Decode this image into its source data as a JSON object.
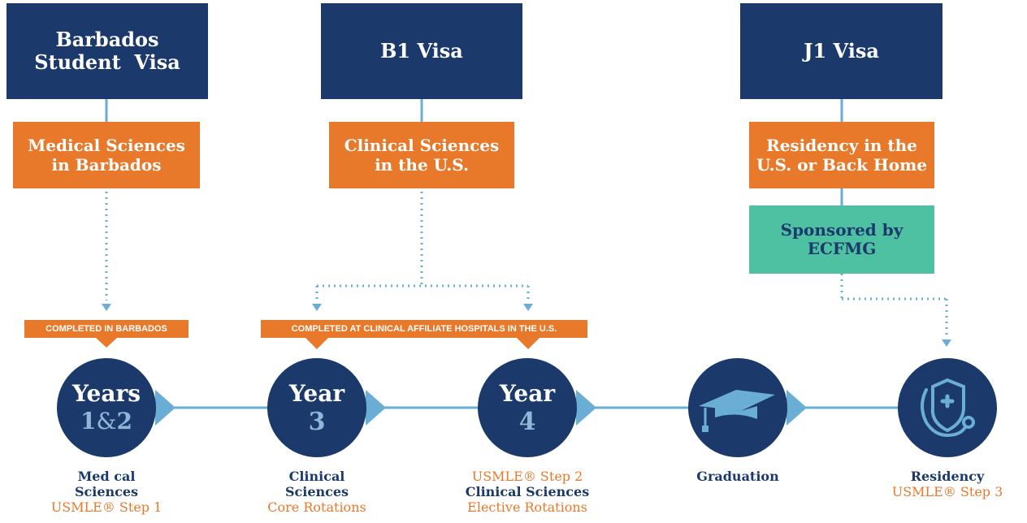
{
  "visas": [
    {
      "label_line1": "Barbados",
      "label_line2": "Student  Visa"
    },
    {
      "label": "B1 Visa"
    },
    {
      "label": "J1 Visa"
    }
  ],
  "stages": [
    {
      "line1": "Medical Sciences",
      "line2": "in Barbados"
    },
    {
      "line1": "Clinical Sciences",
      "line2": "in the U.S."
    },
    {
      "line1": "Residency in the",
      "line2": "U.S. or Back Home"
    }
  ],
  "sponsor": {
    "line1": "Sponsored by",
    "line2": "ECFMG"
  },
  "pills": [
    {
      "label": "COMPLETED IN BARBADOS"
    },
    {
      "label": "COMPLETED AT CLINICAL AFFILIATE HOSPITALS IN THE U.S."
    }
  ],
  "milestones": [
    {
      "top": "Years",
      "num_a": "1",
      "amp": "&",
      "num_b": "2",
      "caption_bold1": "Med cal",
      "caption_bold2": "Sciences",
      "caption_orange": "USMLE® Step 1"
    },
    {
      "top": "Year",
      "num": "3",
      "caption_bold1": "Clinical",
      "caption_bold2": "Sciences",
      "caption_orange": "Core Rotations"
    },
    {
      "top": "Year",
      "num": "4",
      "caption_orange_top": "USMLE® Step 2",
      "caption_bold": "Clinical Sciences",
      "caption_orange": "Elective Rotations"
    },
    {
      "icon": "graduation-cap-icon",
      "caption_bold": "Graduation"
    },
    {
      "icon": "medical-shield-stethoscope-icon",
      "caption_bold": "Residency",
      "caption_orange": "USMLE® Step 3"
    }
  ],
  "colors": {
    "navy": "#1b3a6b",
    "orange": "#e8792b",
    "teal": "#4fc1a3",
    "lightblue": "#6aaed6"
  }
}
